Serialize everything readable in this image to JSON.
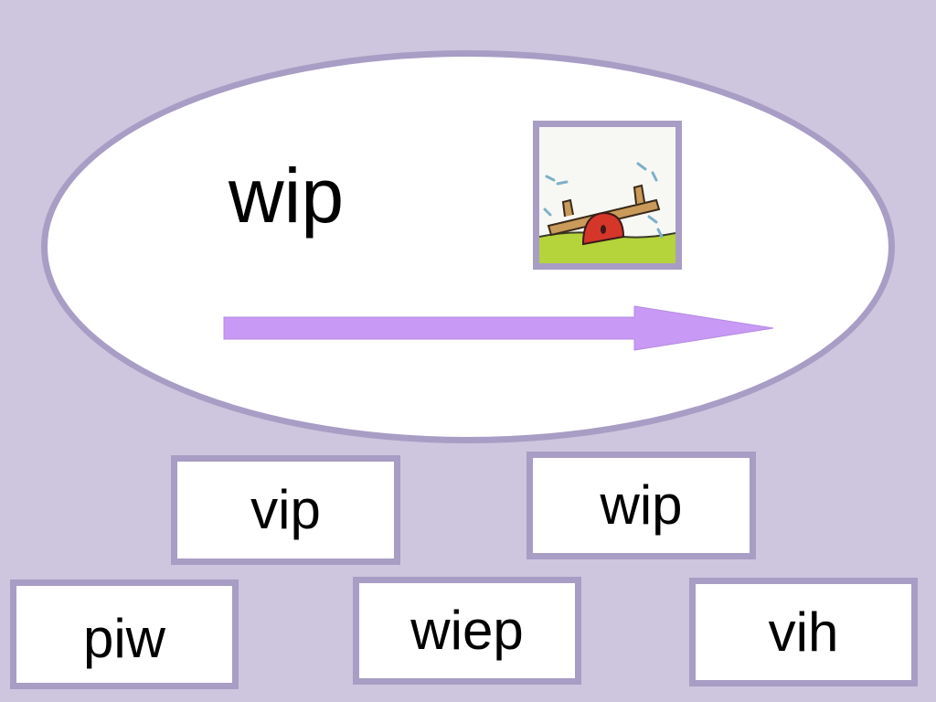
{
  "target": {
    "word": "wip",
    "picture_icon": "seesaw-icon"
  },
  "options": [
    {
      "label": "vip"
    },
    {
      "label": "wip"
    },
    {
      "label": "piw"
    },
    {
      "label": "wiep"
    },
    {
      "label": "vih"
    }
  ],
  "colors": {
    "background": "#cdc6de",
    "border": "#a89dc4",
    "arrow": "#c899f5",
    "card": "#ffffff"
  }
}
